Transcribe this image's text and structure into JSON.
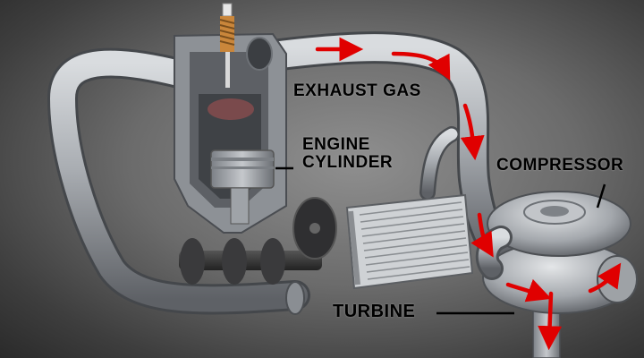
{
  "labels": {
    "exhaust_gas": "EXHAUST GAS",
    "engine_line1": "ENGINE",
    "engine_line2": "CYLINDER",
    "compressor": "COMPRESSOR",
    "turbine": "TURBINE"
  },
  "colors": {
    "flow_arrow": "#e00000",
    "pipe": "#a9adb2",
    "label_text": "#000000"
  },
  "icons": [
    "exhaust-flow-arrow-icon",
    "spark-plug-icon",
    "piston-icon"
  ]
}
